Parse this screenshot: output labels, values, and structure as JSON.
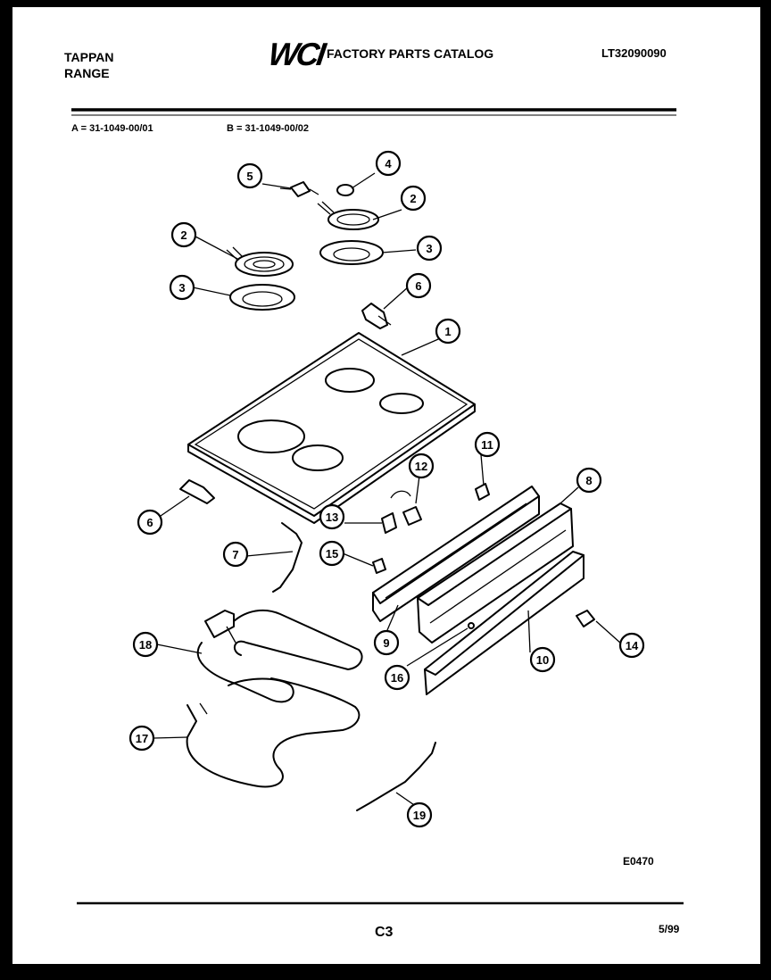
{
  "header": {
    "brand_line1": "TAPPAN",
    "brand_line2": "RANGE",
    "logo_text": "WCI",
    "catalog_title": "FACTORY PARTS CATALOG",
    "model_number": "LT32090090"
  },
  "variants": {
    "a": "A = 31-1049-00/01",
    "b": "B = 31-1049-00/02"
  },
  "diagram": {
    "code": "E0470",
    "callouts": [
      {
        "id": "c1",
        "label": "1"
      },
      {
        "id": "c2a",
        "label": "2"
      },
      {
        "id": "c2b",
        "label": "2"
      },
      {
        "id": "c3a",
        "label": "3"
      },
      {
        "id": "c3b",
        "label": "3"
      },
      {
        "id": "c4",
        "label": "4"
      },
      {
        "id": "c5",
        "label": "5"
      },
      {
        "id": "c6a",
        "label": "6"
      },
      {
        "id": "c6b",
        "label": "6"
      },
      {
        "id": "c7",
        "label": "7"
      },
      {
        "id": "c8",
        "label": "8"
      },
      {
        "id": "c9",
        "label": "9"
      },
      {
        "id": "c10",
        "label": "10"
      },
      {
        "id": "c11",
        "label": "11"
      },
      {
        "id": "c12",
        "label": "12"
      },
      {
        "id": "c13",
        "label": "13"
      },
      {
        "id": "c14",
        "label": "14"
      },
      {
        "id": "c15",
        "label": "15"
      },
      {
        "id": "c16",
        "label": "16"
      },
      {
        "id": "c17",
        "label": "17"
      },
      {
        "id": "c18",
        "label": "18"
      },
      {
        "id": "c19",
        "label": "19"
      }
    ]
  },
  "footer": {
    "page": "C3",
    "date": "5/99"
  }
}
